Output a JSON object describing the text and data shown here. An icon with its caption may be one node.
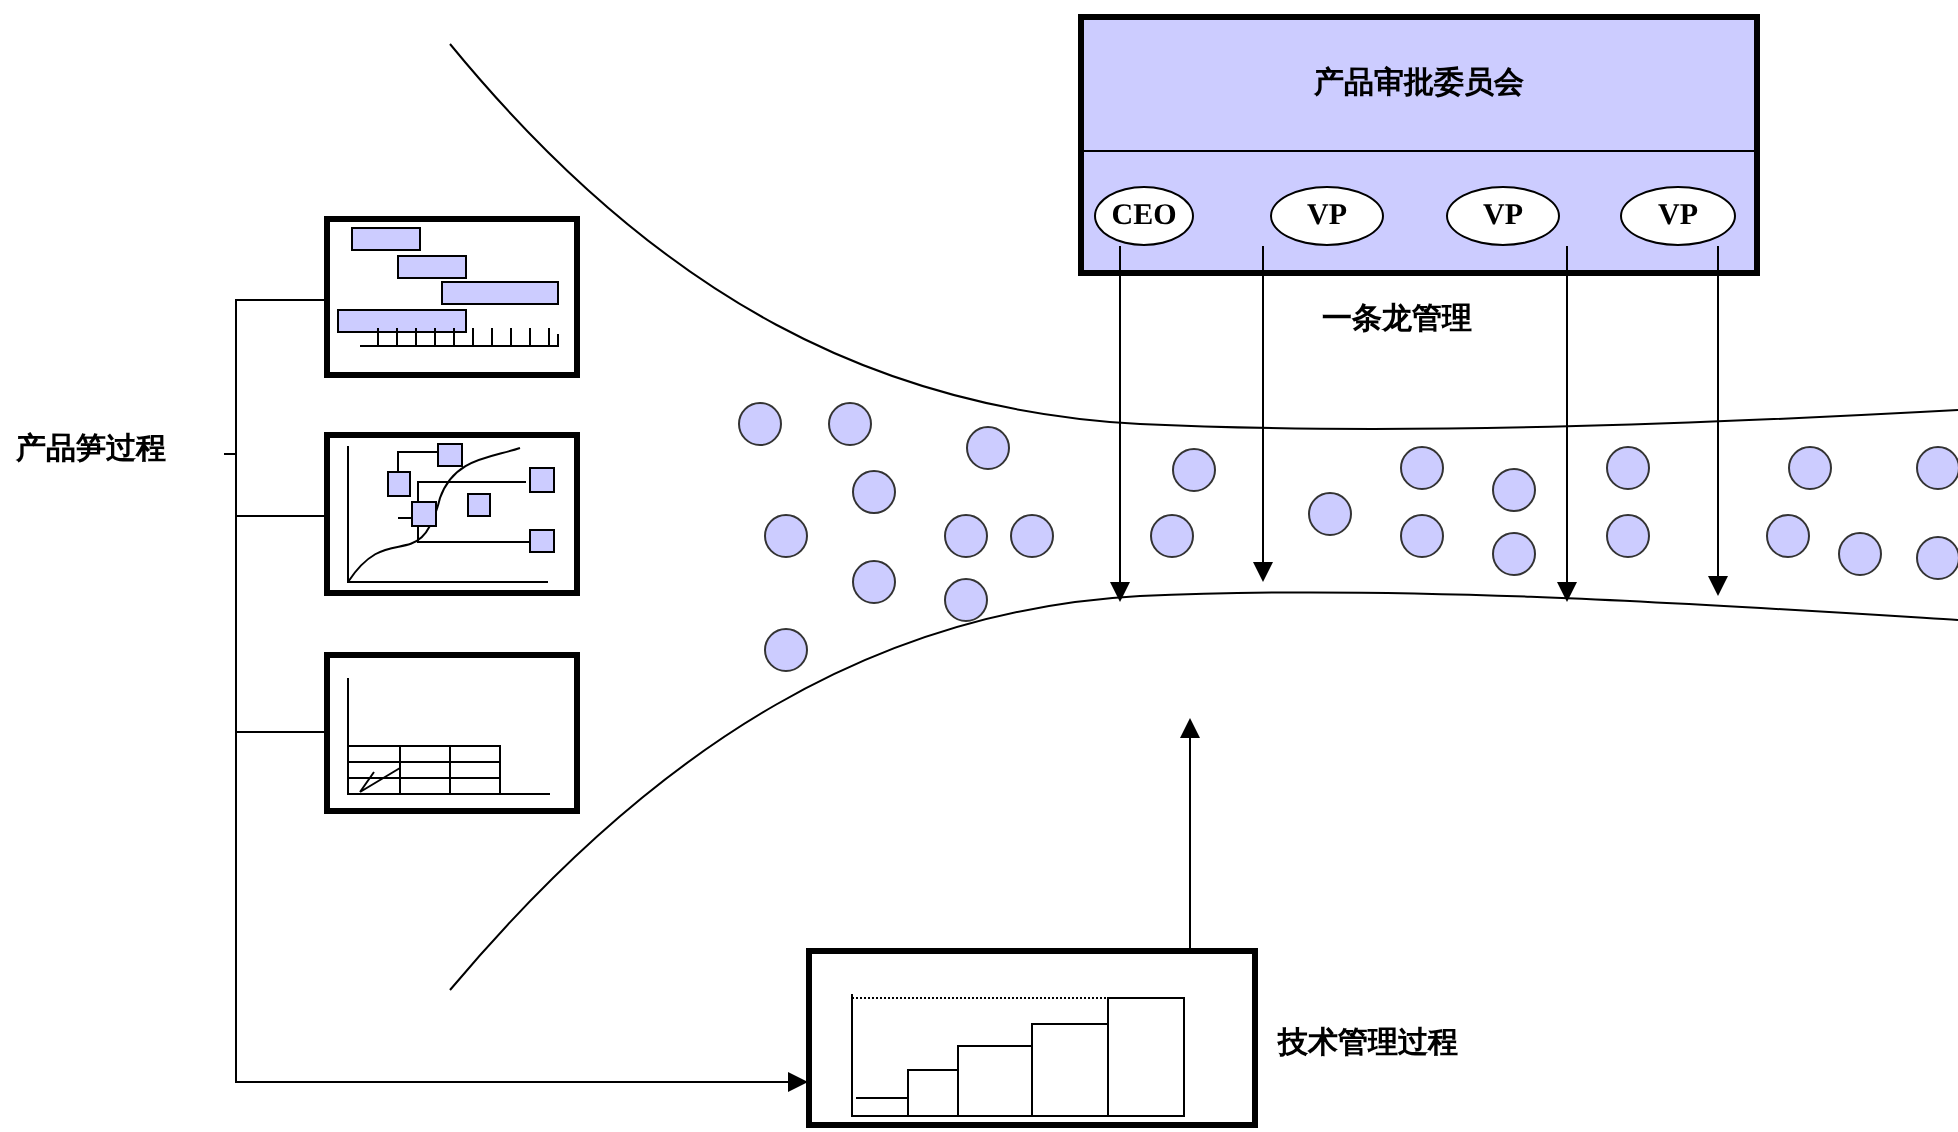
{
  "diagram": {
    "nodes": [
      {
        "text": [
          "产品审批委员会"
        ]
      },
      {
        "text": [
          "CEO"
        ],
        "in": 0
      },
      {
        "text": [
          "VP"
        ],
        "in": 0
      },
      {
        "text": [
          "VP"
        ],
        "in": 0
      },
      {
        "text": [
          "VP"
        ],
        "in": 0
      },
      {
        "text": [
          "产品笋过程"
        ]
      },
      {
        "text": [],
        "shape": "chart"
      },
      {
        "text": [],
        "shape": "chart"
      },
      {
        "text": [],
        "shape": "chart"
      },
      {
        "text": [],
        "shape": "chart",
        "beside": [
          "技术管理过程"
        ]
      }
    ],
    "edges": [
      {
        "from": 1,
        "to": null,
        "arrow": "to"
      },
      {
        "from": 2,
        "to": null,
        "arrow": "to"
      },
      {
        "from": 3,
        "to": null,
        "arrow": "to"
      },
      {
        "from": 4,
        "to": null,
        "arrow": "to"
      },
      {
        "from": 5,
        "to": 6,
        "arrow": "none"
      },
      {
        "from": 5,
        "to": 7,
        "arrow": "none"
      },
      {
        "from": 5,
        "to": 8,
        "arrow": "none"
      },
      {
        "from": 5,
        "to": 9,
        "arrow": "to"
      },
      {
        "from": 9,
        "to": null,
        "arrow": "to"
      }
    ],
    "labels": [
      "一条龙管理"
    ]
  }
}
